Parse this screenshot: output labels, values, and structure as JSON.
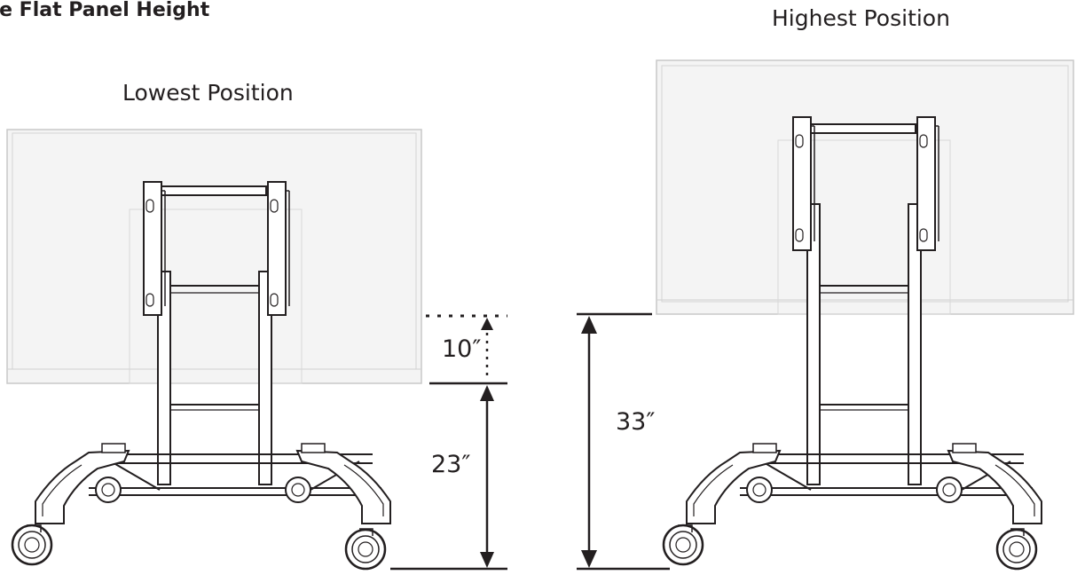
{
  "title": "se Flat Panel Height",
  "labels": {
    "lowest": "Lowest Position",
    "highest": "Highest Position"
  },
  "dimensions": {
    "adjustment": "10″",
    "base_height": "23″",
    "total_height": "33″"
  },
  "colors": {
    "ink": "#231f20",
    "panel_fill": "#f4f4f4",
    "panel_stroke": "#c8c8c8"
  }
}
